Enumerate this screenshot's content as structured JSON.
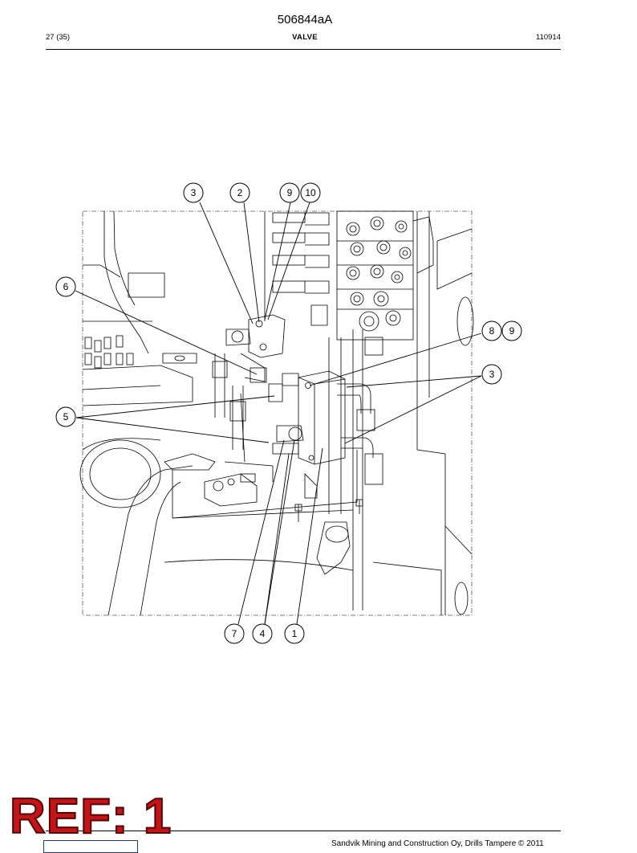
{
  "document": {
    "doc_number": "506844aA",
    "page": "27 (35)",
    "title": "VALVE",
    "date_code": "110914"
  },
  "callouts": {
    "c3_top": "3",
    "c2": "2",
    "c9_top": "9",
    "c10": "10",
    "c6": "6",
    "c8": "8",
    "c9_right": "9",
    "c3_right": "3",
    "c5": "5",
    "c7": "7",
    "c4": "4",
    "c1": "1"
  },
  "stamp": {
    "label": "REF: 1"
  },
  "footer": {
    "copyright": "Sandvik Mining and Construction Oy, Drills Tampere © 2011"
  },
  "colors": {
    "stamp": "#c0161a",
    "line": "#000000",
    "logo": "#1f3c7a"
  }
}
